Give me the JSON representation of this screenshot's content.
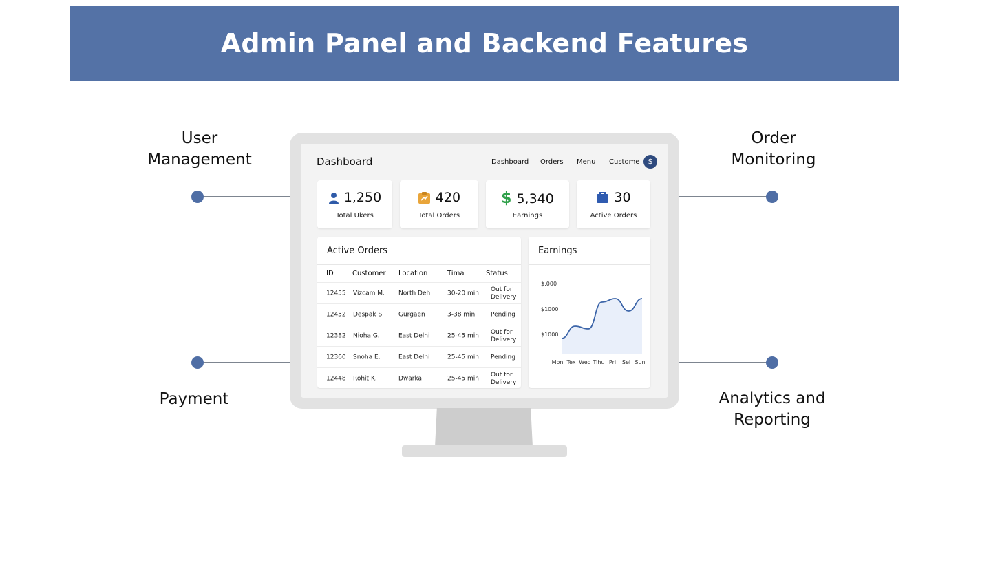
{
  "banner": {
    "title": "Admin Panel and Backend Features"
  },
  "features": {
    "user_management": [
      "User",
      "Management"
    ],
    "order_monitoring": [
      "Order",
      "Monitoring"
    ],
    "payment": [
      "Payment"
    ],
    "analytics": [
      "Analytics and",
      "Reporting"
    ]
  },
  "colors": {
    "banner": "#5472a6",
    "dot": "#4f6ea5",
    "user_icon": "#2e5aa8",
    "orders_icon": "#e9a53a",
    "dollar": "#2fa04a",
    "bag_icon": "#2f5bb0",
    "chart_line": "#3b64a8"
  },
  "dashboard": {
    "title": "Dashboard",
    "nav": [
      "Dashboard",
      "Orders",
      "Menu",
      "Custome"
    ],
    "avatar": "$",
    "stats": [
      {
        "value": "1,250",
        "label": "Total Ukers",
        "icon": "user-icon"
      },
      {
        "value": "420",
        "label": "Total Orders",
        "icon": "orders-icon"
      },
      {
        "value": "5,340",
        "label": "Earnings",
        "icon": "dollar-icon"
      },
      {
        "value": "30",
        "label": "Active Orders",
        "icon": "bag-icon"
      }
    ],
    "active_orders": {
      "title": "Active Orders",
      "headers": [
        "ID",
        "Customer",
        "Location",
        "Tima",
        "Status"
      ],
      "rows": [
        {
          "id": "12455",
          "customer": "Vizcam M.",
          "location": "North Dehi",
          "time": "30-20 min",
          "status": [
            "Out for",
            "Delivery"
          ]
        },
        {
          "id": "12452",
          "customer": "Despak S.",
          "location": "Gurgaen",
          "time": "3-38 min",
          "status": [
            "Pending"
          ]
        },
        {
          "id": "12382",
          "customer": "Nioha G.",
          "location": "East Delhi",
          "time": "25-45 min",
          "status": [
            "Out for",
            "Delivery"
          ]
        },
        {
          "id": "12360",
          "customer": "Snoha E.",
          "location": "East Delhi",
          "time": "25-45 min",
          "status": [
            "Pending"
          ]
        },
        {
          "id": "12448",
          "customer": "Rohit K.",
          "location": "Dwarka",
          "time": "25-45 min",
          "status": [
            "Out for",
            "Delivery"
          ]
        }
      ]
    },
    "earnings": {
      "title": "Earnings"
    }
  },
  "chart_data": {
    "type": "area",
    "title": "Earnings",
    "ytick_labels": [
      "$:000",
      "$1000",
      "$1000"
    ],
    "categories": [
      "Mon",
      "Tex",
      "Wed",
      "Tihu",
      "Pri",
      "Sel",
      "Sun"
    ],
    "values": [
      0.22,
      0.4,
      0.36,
      0.75,
      0.8,
      0.62,
      0.8
    ],
    "ylim": [
      0,
      1
    ],
    "grid": false
  }
}
